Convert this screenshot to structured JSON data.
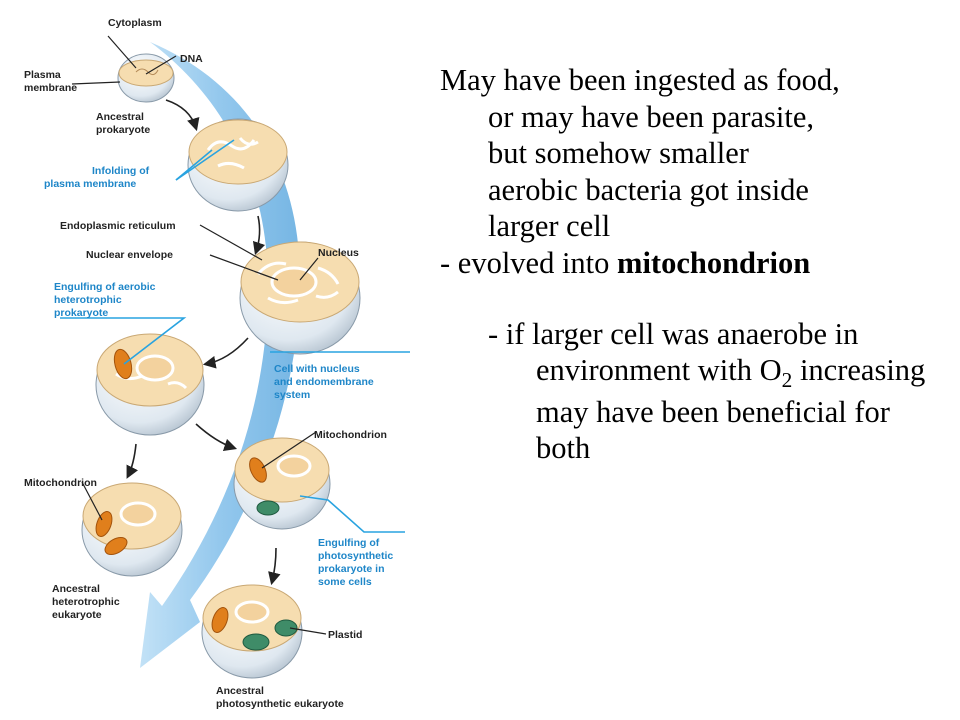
{
  "diagram": {
    "labels": {
      "cytoplasm": "Cytoplasm",
      "dna": "DNA",
      "plasma_membrane_1": "Plasma",
      "plasma_membrane_2": "membrane",
      "ancestral_prokaryote_1": "Ancestral",
      "ancestral_prokaryote_2": "prokaryote",
      "infolding_1": "Infolding of",
      "infolding_2": "plasma membrane",
      "endoplasmic_reticulum": "Endoplasmic reticulum",
      "nuclear_envelope": "Nuclear envelope",
      "nucleus": "Nucleus",
      "engulf_aerobic_1": "Engulfing of aerobic",
      "engulf_aerobic_2": "heterotrophic",
      "engulf_aerobic_3": "prokaryote",
      "cell_nucleus_1": "Cell with nucleus",
      "cell_nucleus_2": "and endomembrane",
      "cell_nucleus_3": "system",
      "mitochondrion_right": "Mitochondrion",
      "mitochondrion_left": "Mitochondrion",
      "engulf_photo_1": "Engulfing of",
      "engulf_photo_2": "photosynthetic",
      "engulf_photo_3": "prokaryote in",
      "engulf_photo_4": "some cells",
      "ancestral_hetero_1": "Ancestral",
      "ancestral_hetero_2": "heterotrophic",
      "ancestral_hetero_3": "eukaryote",
      "plastid": "Plastid",
      "ancestral_photo_1": "Ancestral",
      "ancestral_photo_2": "photosynthetic eukaryote"
    },
    "colors": {
      "cytoplasm": "#f6ddb0",
      "membrane": "#d9e3ec",
      "flow_arrow": "#8ec5ec",
      "mitochondrion": "#e07f1c",
      "plastid": "#3f8c68",
      "blue_label": "#1e86c8"
    }
  },
  "text": {
    "para1_lines": [
      "May have been ingested as food,",
      "or may have been parasite,",
      "but somehow smaller",
      "aerobic bacteria got inside",
      "larger cell"
    ],
    "para2_prefix": "- evolved into ",
    "para2_bold": "mitochondrion",
    "para3_part1": "- if larger cell was anaerobe in environment with O",
    "para3_sub": "2",
    "para3_part2": " increasing may have been beneficial for both"
  }
}
